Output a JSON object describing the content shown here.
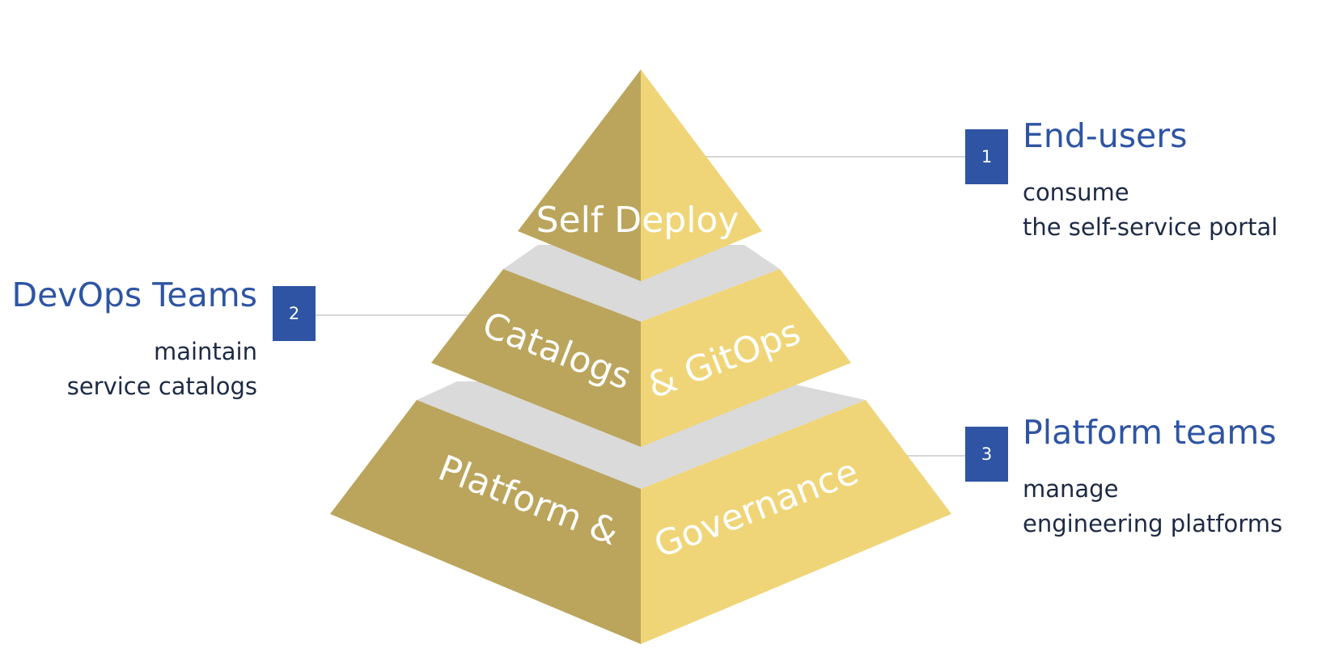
{
  "pyramid": {
    "tiers": {
      "top": {
        "label": "Self Deploy"
      },
      "middle": {
        "label_left": "Catalogs",
        "label_right": "& GitOps"
      },
      "bottom": {
        "label_left": "Platform &",
        "label_right": "Governance"
      }
    },
    "colors": {
      "left_face": "#bba55c",
      "right_face": "#efd577",
      "band": "#dadada",
      "accent": "#2e54a3"
    }
  },
  "roles": {
    "end_users": {
      "number": "1",
      "title": "End-users",
      "desc_line1": "consume",
      "desc_line2": "the self-service portal"
    },
    "devops_teams": {
      "number": "2",
      "title": "DevOps Teams",
      "desc_line1": "maintain",
      "desc_line2": "service catalogs"
    },
    "platform_teams": {
      "number": "3",
      "title": "Platform teams",
      "desc_line1": "manage",
      "desc_line2": "engineering platforms"
    }
  }
}
